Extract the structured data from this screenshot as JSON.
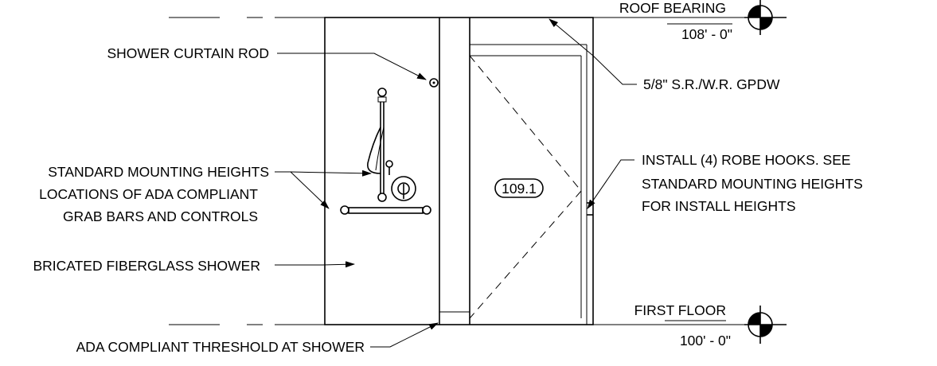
{
  "labels": {
    "roof_bearing": "ROOF BEARING",
    "roof_elev": "108' - 0\"",
    "gpdw": "5/8\" S.R./W.R. GPDW",
    "curtain_rod": "SHOWER CURTAIN ROD",
    "mount_1": "STANDARD MOUNTING HEIGHTS",
    "mount_2": "LOCATIONS OF ADA COMPLIANT",
    "mount_3": "GRAB BARS AND CONTROLS",
    "robe_1": "INSTALL (4) ROBE HOOKS.  SEE",
    "robe_2": "STANDARD MOUNTING HEIGHTS",
    "robe_3": "FOR INSTALL HEIGHTS",
    "door_tag": "109.1",
    "fiberglass": "BRICATED FIBERGLASS SHOWER",
    "first_floor": "FIRST FLOOR",
    "floor_elev": "100' - 0\"",
    "threshold": "ADA COMPLIANT THRESHOLD AT SHOWER"
  }
}
